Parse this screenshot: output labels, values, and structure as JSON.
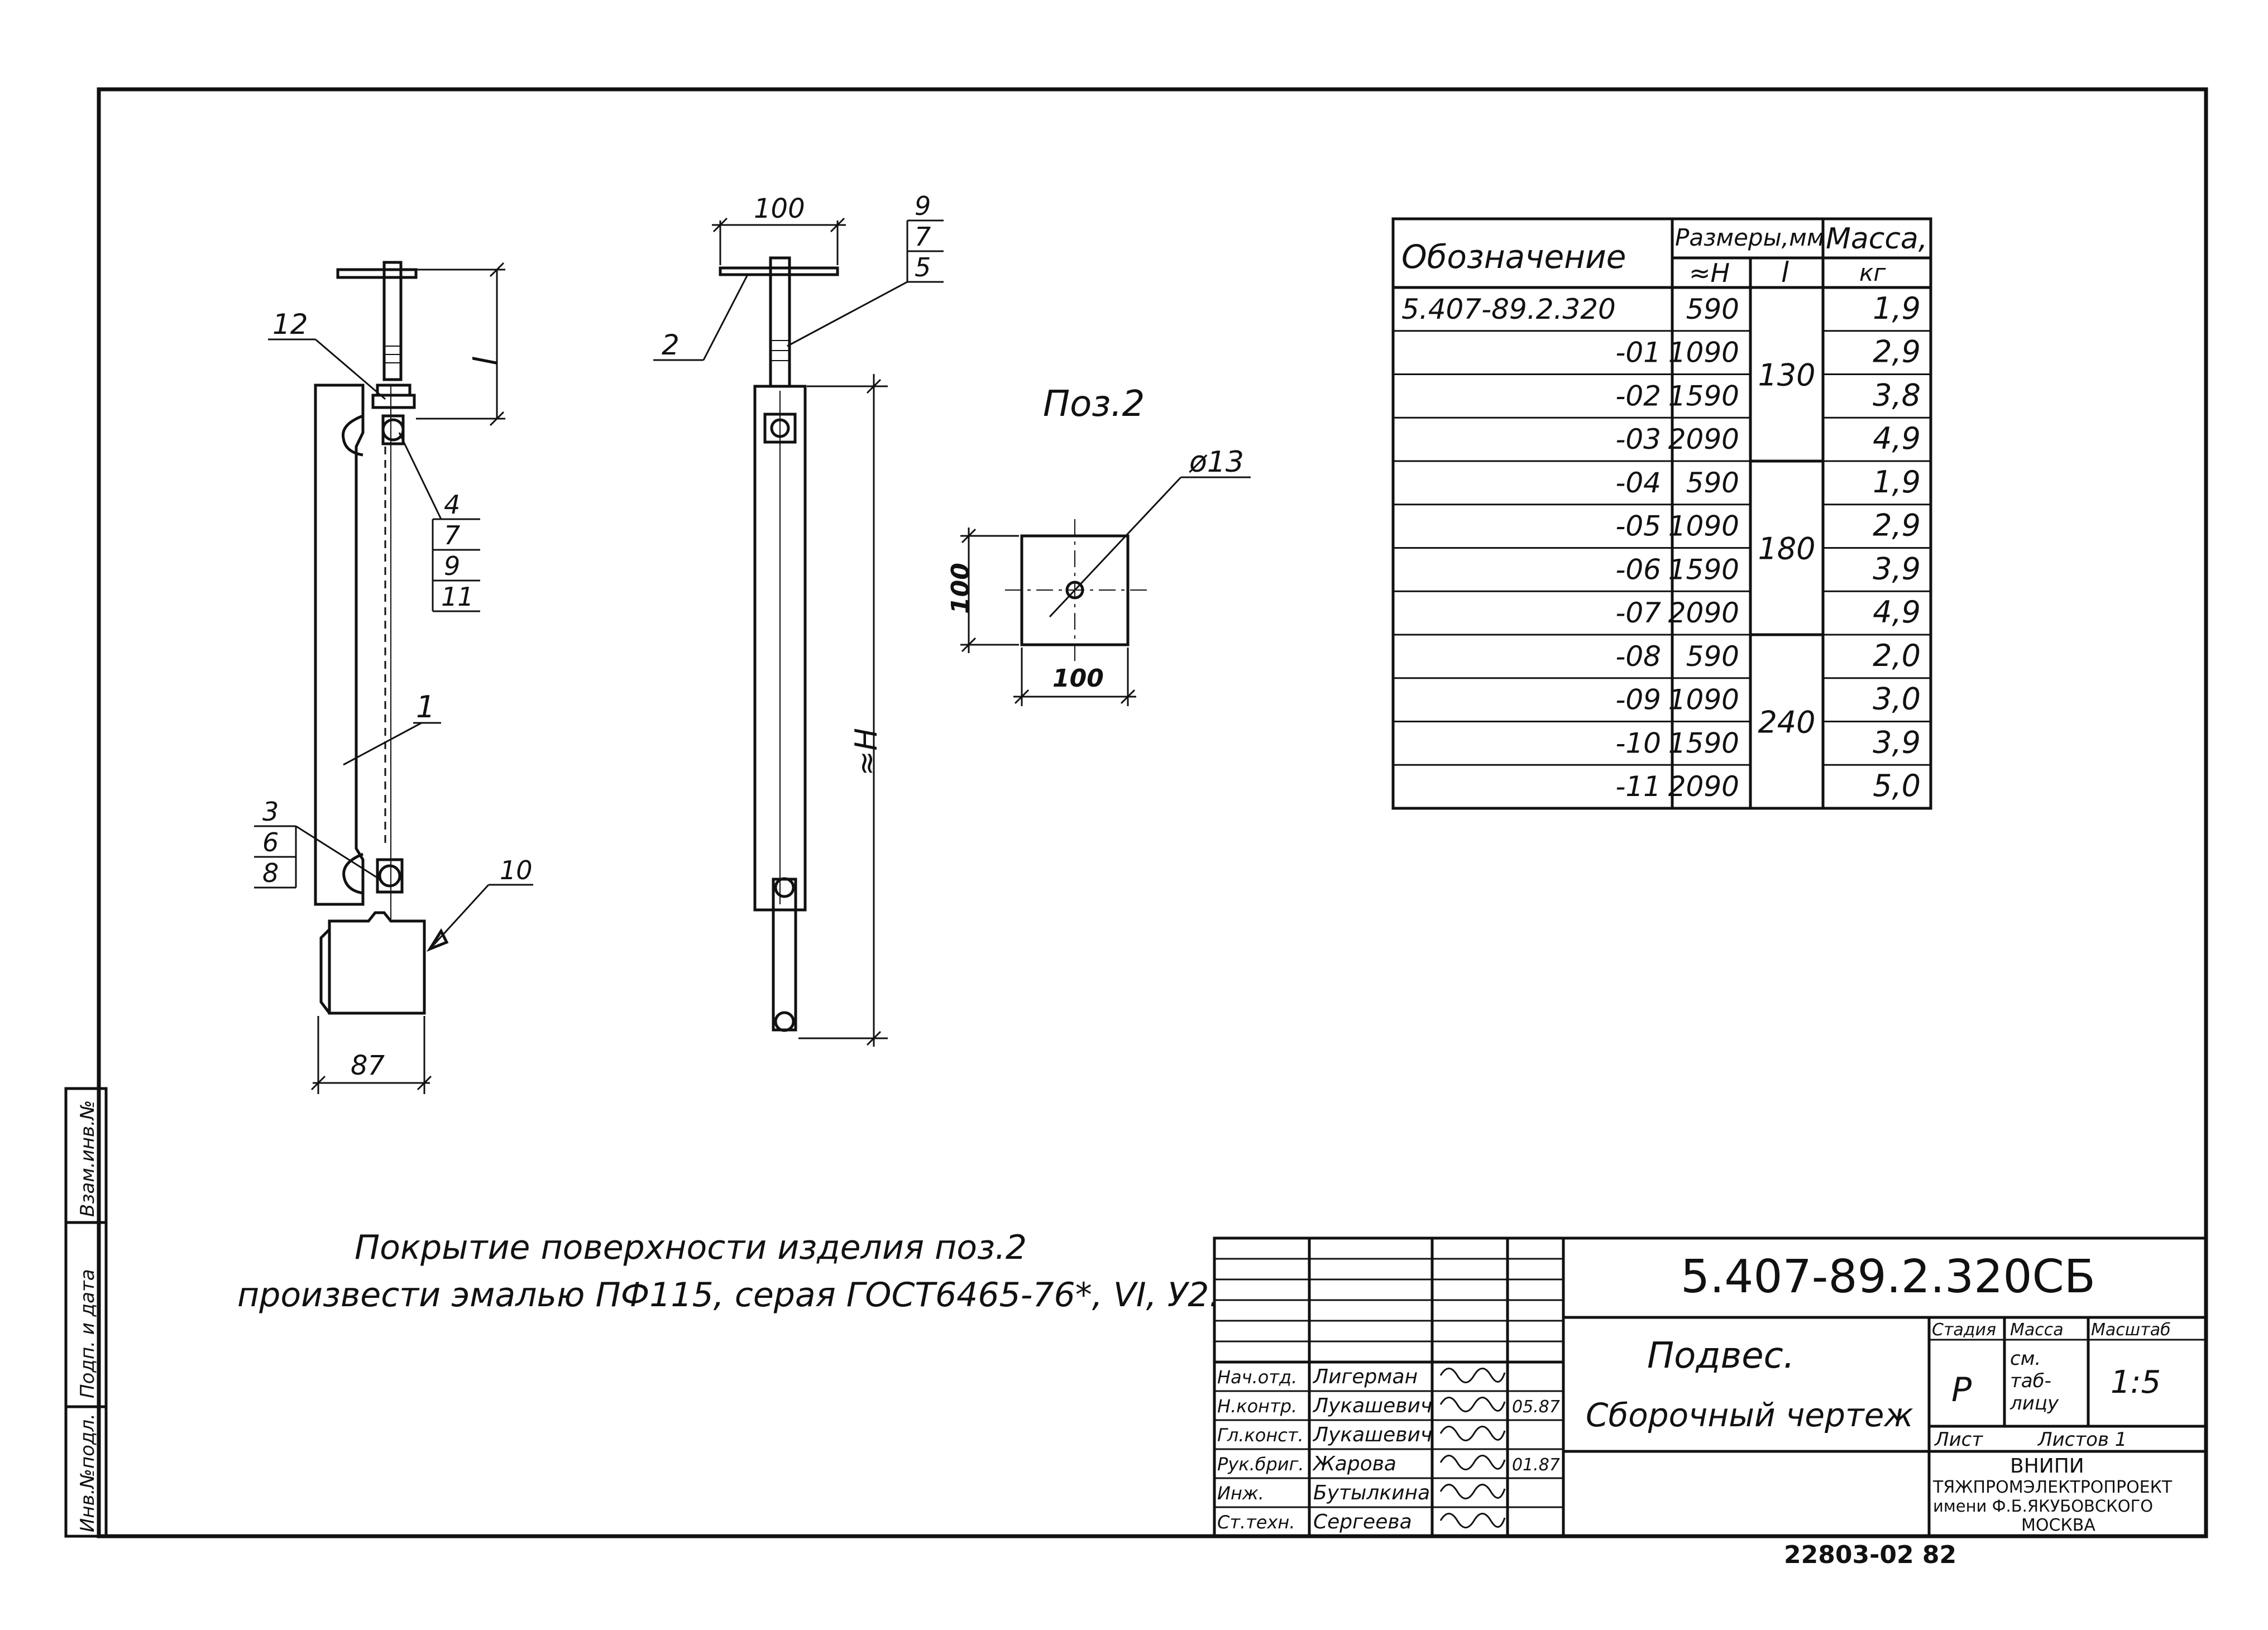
{
  "drawing": {
    "number": "5.407-89.2.320СБ",
    "archive_number": "22803-02 82",
    "title": "Подвес.",
    "subtitle": "Сборочный чертеж",
    "note_line1": "Покрытие поверхности изделия поз.2",
    "note_line2": "произвести эмалью ПФ115, серая ГОСТ6465-76*, VI, У2.",
    "pos2_label": "Поз.2"
  },
  "side_margin": {
    "box1": "Взам.инв.№",
    "box2": "Подп. и дата",
    "box3": "Инв.№подл."
  },
  "views": {
    "left": {
      "callout_12": "12",
      "stack_4": [
        "4",
        "7",
        "9",
        "11"
      ],
      "label_1": "1",
      "stack_3": [
        "3",
        "6",
        "8"
      ],
      "callout_10": "10",
      "dim_87": "87",
      "dim_l": "l"
    },
    "middle": {
      "dim_100": "100",
      "stack_9": [
        "9",
        "7",
        "5"
      ],
      "callout_2": "2",
      "dim_h": "≈H"
    },
    "detail": {
      "dim_13": "ø13",
      "dim_100v": "100",
      "dim_100h": "100"
    }
  },
  "spec_table": {
    "header_designation": "Обозначение",
    "header_sizes": "Размеры,мм",
    "header_h": "≈H",
    "header_l": "l",
    "header_mass": "Масса,",
    "header_mass_unit": "кг",
    "rows": [
      {
        "designation": "5.407-89.2.320",
        "h": "590",
        "mass": "1,9"
      },
      {
        "designation": "-01",
        "h": "1090",
        "mass": "2,9"
      },
      {
        "designation": "-02",
        "h": "1590",
        "mass": "3,8"
      },
      {
        "designation": "-03",
        "h": "2090",
        "mass": "4,9"
      },
      {
        "designation": "-04",
        "h": "590",
        "mass": "1,9"
      },
      {
        "designation": "-05",
        "h": "1090",
        "mass": "2,9"
      },
      {
        "designation": "-06",
        "h": "1590",
        "mass": "3,9"
      },
      {
        "designation": "-07",
        "h": "2090",
        "mass": "4,9"
      },
      {
        "designation": "-08",
        "h": "590",
        "mass": "2,0"
      },
      {
        "designation": "-09",
        "h": "1090",
        "mass": "3,0"
      },
      {
        "designation": "-10",
        "h": "1590",
        "mass": "3,9"
      },
      {
        "designation": "-11",
        "h": "2090",
        "mass": "5,0"
      }
    ],
    "l_groups": [
      "130",
      "180",
      "240"
    ]
  },
  "title_block": {
    "roles": [
      "Нач.отд.",
      "Н.контр.",
      "Гл.конст.",
      "Рук.бриг.",
      "Инж.",
      "Ст.техн."
    ],
    "names": [
      "Лигерман",
      "Лукашевич",
      "Лукашевич",
      "Жарова",
      "Бутылкина",
      "Сергеева"
    ],
    "dates": [
      "",
      "05.87",
      "",
      "01.87",
      "",
      ""
    ],
    "stage_header": "Стадия",
    "mass_header": "Масса",
    "scale_header": "Масштаб",
    "stage": "Р",
    "mass_line1": "см.",
    "mass_line2": "таб-",
    "mass_line3": "лицу",
    "scale": "1:5",
    "sheet_label": "Лист",
    "sheets_label": "Листов 1",
    "org_line1": "ВНИПИ",
    "org_line2": "ТЯЖПРОМЭЛЕКТРОПРОЕКТ",
    "org_line3": "имени Ф.Б.ЯКУБОВСКОГО",
    "org_line4": "МОСКВА"
  }
}
